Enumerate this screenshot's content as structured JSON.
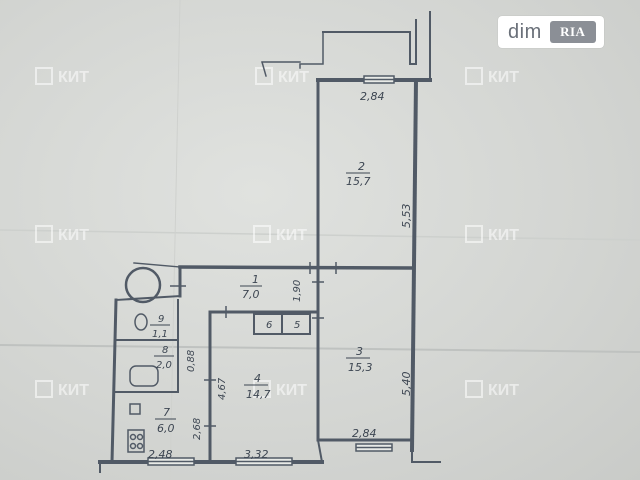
{
  "logo": {
    "text": "dim",
    "badge": "RIA"
  },
  "watermark": {
    "text": "КИТ"
  },
  "rooms": [
    {
      "number": "1",
      "area": "7,0"
    },
    {
      "number": "2",
      "area": "15,7"
    },
    {
      "number": "3",
      "area": "15,3"
    },
    {
      "number": "4",
      "area": "14,7"
    },
    {
      "number": "7",
      "area": "6,0"
    },
    {
      "number": "8",
      "area": "2,0"
    },
    {
      "number": "9",
      "area": "1,1"
    },
    {
      "number": "5",
      "area": ""
    },
    {
      "number": "6",
      "area": ""
    }
  ],
  "dimensions": [
    "2,84",
    "5,53",
    "5,40",
    "2,84",
    "3,32",
    "2,48",
    "4,67",
    "2,68",
    "1,90",
    "0,88"
  ]
}
